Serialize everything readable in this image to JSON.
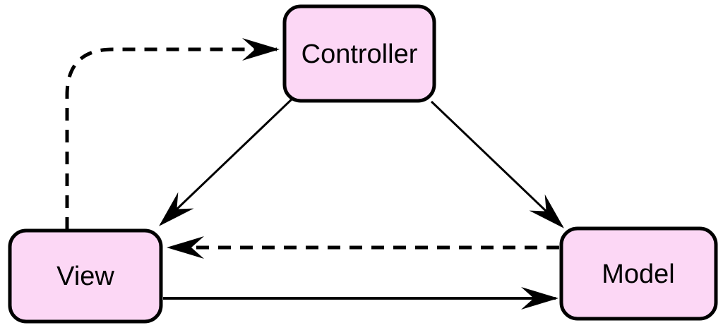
{
  "diagram": {
    "nodes": [
      {
        "id": "controller",
        "label": "Controller"
      },
      {
        "id": "view",
        "label": "View"
      },
      {
        "id": "model",
        "label": "Model"
      }
    ],
    "edges": [
      {
        "from": "view",
        "to": "controller",
        "style": "dashed"
      },
      {
        "from": "controller",
        "to": "view",
        "style": "solid"
      },
      {
        "from": "controller",
        "to": "model",
        "style": "solid"
      },
      {
        "from": "model",
        "to": "view",
        "style": "dashed"
      },
      {
        "from": "view",
        "to": "model",
        "style": "solid"
      }
    ],
    "colors": {
      "node_fill": "#FCD7F5",
      "node_border": "#000000",
      "edge": "#000000",
      "background": "#FFFFFF"
    }
  }
}
